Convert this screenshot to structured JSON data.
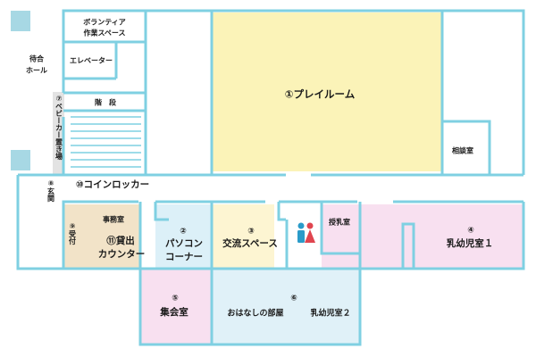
{
  "colors": {
    "wall": "#7fd0e2",
    "playroom": "#fbf3b8",
    "infant_room_1": "#f8e0f0",
    "meeting_room": "#f8e0f0",
    "story_room": "#e0f1f8",
    "pc_corner": "#dcf0f8",
    "exchange_space": "#fdf5d2",
    "reception": "#f2e3c8",
    "entrance_box": "#a7d8e4",
    "restroom_male": "#2a9bc9",
    "restroom_female": "#e0454f",
    "stairs_label_bg": "#e3e3e3"
  },
  "rooms": {
    "volunteer": {
      "line1": "ボランティア",
      "line2": "作業スペース"
    },
    "elevator": "エレベーター",
    "waiting_hall": {
      "line1": "待合",
      "line2": "ホール"
    },
    "stairs": "階　段",
    "stroller": "⑦ベビーカー置き場",
    "entrance": "⑧玄関",
    "lockers": "⑩コインロッカー",
    "playroom": "①プレイルーム",
    "consultation": "相談室",
    "office": "事務室",
    "reception": "⑨受付",
    "lending_counter": {
      "line1": "⑪貸出",
      "line2": "カウンター"
    },
    "pc_corner": {
      "number": "②",
      "line1": "パソコン",
      "line2": "コーナー"
    },
    "exchange_space": {
      "number": "③",
      "line1": "交流スペース"
    },
    "nursing": "授乳室",
    "infant_room_1": {
      "number": "④",
      "name": "乳幼児室１"
    },
    "meeting_room": {
      "number": "⑤",
      "name": "集会室"
    },
    "story_room": {
      "number": "⑥",
      "name": "おはなしの部屋",
      "name2": "乳幼児室２"
    }
  }
}
